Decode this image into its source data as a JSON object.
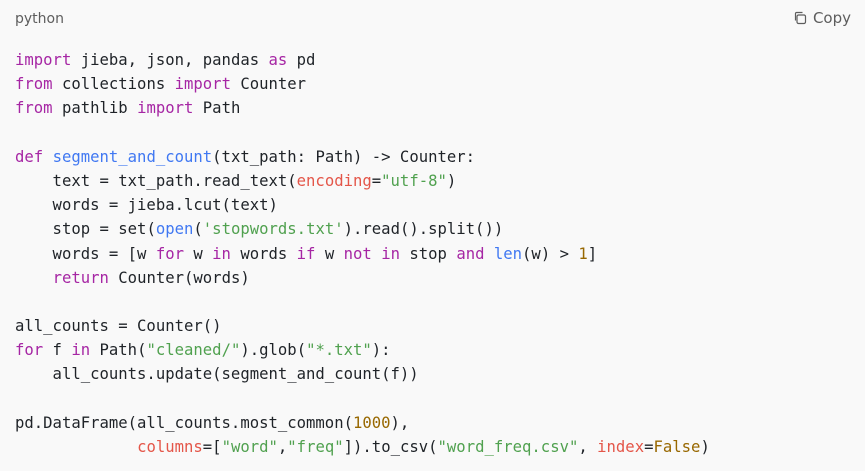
{
  "header": {
    "language": "python",
    "copy_label": "Copy",
    "copy_icon": "copy-icon"
  },
  "colors": {
    "background": "#f9f9f9",
    "keyword": "#a626a4",
    "function": "#4078f2",
    "string": "#50a14f",
    "number": "#986801",
    "param": "#e45649",
    "text": "#1f2328"
  },
  "code": {
    "lines": [
      [
        {
          "t": "import",
          "c": "kw"
        },
        {
          "t": " jieba, json, pandas ",
          "c": "plain"
        },
        {
          "t": "as",
          "c": "kw"
        },
        {
          "t": " pd",
          "c": "plain"
        }
      ],
      [
        {
          "t": "from",
          "c": "kw"
        },
        {
          "t": " collections ",
          "c": "plain"
        },
        {
          "t": "import",
          "c": "kw"
        },
        {
          "t": " Counter",
          "c": "plain"
        }
      ],
      [
        {
          "t": "from",
          "c": "kw"
        },
        {
          "t": " pathlib ",
          "c": "plain"
        },
        {
          "t": "import",
          "c": "kw"
        },
        {
          "t": " Path",
          "c": "plain"
        }
      ],
      [],
      [
        {
          "t": "def",
          "c": "kw"
        },
        {
          "t": " ",
          "c": "plain"
        },
        {
          "t": "segment_and_count",
          "c": "fn"
        },
        {
          "t": "(txt_path: Path) -> Counter:",
          "c": "plain"
        }
      ],
      [
        {
          "t": "    text = txt_path.read_text(",
          "c": "plain"
        },
        {
          "t": "encoding",
          "c": "param"
        },
        {
          "t": "=",
          "c": "plain"
        },
        {
          "t": "\"utf-8\"",
          "c": "str"
        },
        {
          "t": ")",
          "c": "plain"
        }
      ],
      [
        {
          "t": "    words = jieba.lcut(text)",
          "c": "plain"
        }
      ],
      [
        {
          "t": "    stop = ",
          "c": "plain"
        },
        {
          "t": "set",
          "c": "plain"
        },
        {
          "t": "(",
          "c": "plain"
        },
        {
          "t": "open",
          "c": "fn"
        },
        {
          "t": "(",
          "c": "plain"
        },
        {
          "t": "'stopwords.txt'",
          "c": "str"
        },
        {
          "t": ").read().split())",
          "c": "plain"
        }
      ],
      [
        {
          "t": "    words = [w ",
          "c": "plain"
        },
        {
          "t": "for",
          "c": "kw"
        },
        {
          "t": " w ",
          "c": "plain"
        },
        {
          "t": "in",
          "c": "kw"
        },
        {
          "t": " words ",
          "c": "plain"
        },
        {
          "t": "if",
          "c": "kw"
        },
        {
          "t": " w ",
          "c": "plain"
        },
        {
          "t": "not",
          "c": "kw"
        },
        {
          "t": " ",
          "c": "plain"
        },
        {
          "t": "in",
          "c": "kw"
        },
        {
          "t": " stop ",
          "c": "plain"
        },
        {
          "t": "and",
          "c": "kw"
        },
        {
          "t": " ",
          "c": "plain"
        },
        {
          "t": "len",
          "c": "fn"
        },
        {
          "t": "(w) > ",
          "c": "plain"
        },
        {
          "t": "1",
          "c": "num"
        },
        {
          "t": "]",
          "c": "plain"
        }
      ],
      [
        {
          "t": "    ",
          "c": "plain"
        },
        {
          "t": "return",
          "c": "kw"
        },
        {
          "t": " Counter(words)",
          "c": "plain"
        }
      ],
      [],
      [
        {
          "t": "all_counts = Counter()",
          "c": "plain"
        }
      ],
      [
        {
          "t": "for",
          "c": "kw"
        },
        {
          "t": " f ",
          "c": "plain"
        },
        {
          "t": "in",
          "c": "kw"
        },
        {
          "t": " Path(",
          "c": "plain"
        },
        {
          "t": "\"cleaned/\"",
          "c": "str"
        },
        {
          "t": ").glob(",
          "c": "plain"
        },
        {
          "t": "\"*.txt\"",
          "c": "str"
        },
        {
          "t": "):",
          "c": "plain"
        }
      ],
      [
        {
          "t": "    all_counts.update(segment_and_count(f))",
          "c": "plain"
        }
      ],
      [],
      [
        {
          "t": "pd.DataFrame(all_counts.most_common(",
          "c": "plain"
        },
        {
          "t": "1000",
          "c": "num"
        },
        {
          "t": "),",
          "c": "plain"
        }
      ],
      [
        {
          "t": "             ",
          "c": "plain"
        },
        {
          "t": "columns",
          "c": "param"
        },
        {
          "t": "=[",
          "c": "plain"
        },
        {
          "t": "\"word\"",
          "c": "str"
        },
        {
          "t": ",",
          "c": "plain"
        },
        {
          "t": "\"freq\"",
          "c": "str"
        },
        {
          "t": "]).to_csv(",
          "c": "plain"
        },
        {
          "t": "\"word_freq.csv\"",
          "c": "str"
        },
        {
          "t": ", ",
          "c": "plain"
        },
        {
          "t": "index",
          "c": "param"
        },
        {
          "t": "=",
          "c": "plain"
        },
        {
          "t": "False",
          "c": "num"
        },
        {
          "t": ")",
          "c": "plain"
        }
      ]
    ]
  }
}
